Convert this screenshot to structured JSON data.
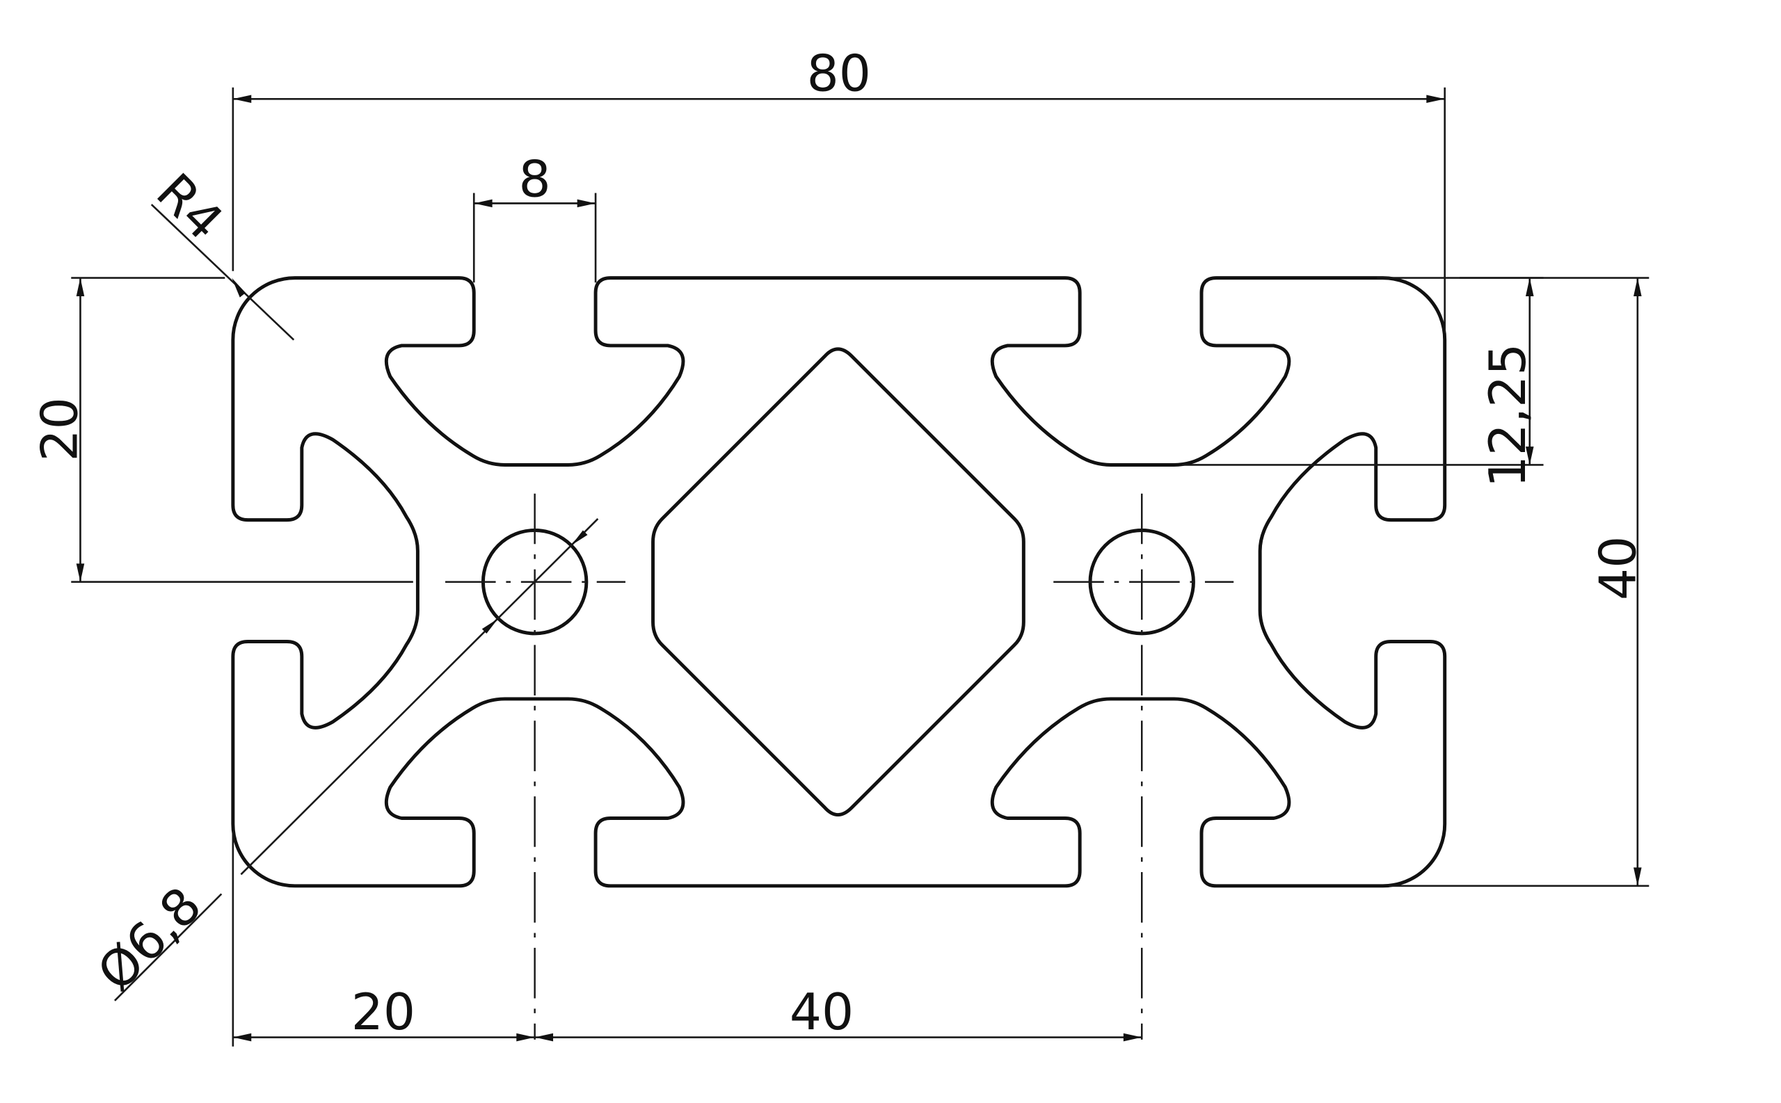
{
  "dimensions": {
    "overall_width": "80",
    "slot_width": "8",
    "corner_radius": "R4",
    "left_half_height": "20",
    "slot_depth": "12,25",
    "overall_height": "40",
    "hole_diameter": "Ø6,8",
    "hole_offset_x": "20",
    "hole_spacing": "40"
  },
  "colors": {
    "line": "#111111",
    "background": "#ffffff"
  }
}
